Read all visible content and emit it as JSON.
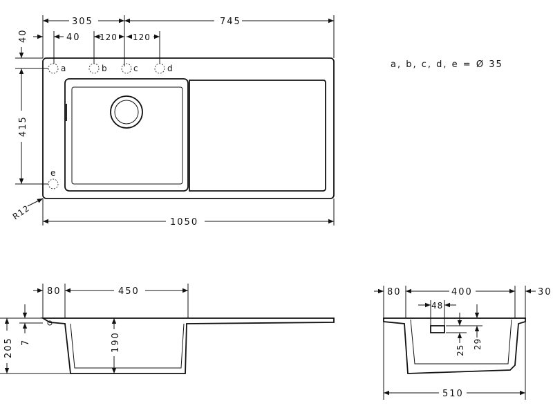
{
  "title": "Kitchen sink dimension drawing",
  "top_view": {
    "dims": {
      "left_offset": "305",
      "right_length": "745",
      "hole_a_offset": "40",
      "hole_b_spacing": "120",
      "hole_c_spacing": "120",
      "top_offset": "40",
      "hole_e_vertical": "415",
      "radius": "R12",
      "total_length": "1050"
    },
    "holes": [
      "a",
      "b",
      "c",
      "d",
      "e"
    ],
    "hole_note": "a, b, c, d, e = Ø 35"
  },
  "side_view_long": {
    "dims": {
      "rim": "80",
      "bowl_width": "450",
      "total_height": "205",
      "lip": "7",
      "bowl_depth": "190"
    }
  },
  "side_view_short": {
    "dims": {
      "rim": "80",
      "bowl_width": "400",
      "back": "30",
      "overflow_width": "48",
      "overflow_offset": "25",
      "overflow_height": "29",
      "total_width": "510"
    }
  }
}
